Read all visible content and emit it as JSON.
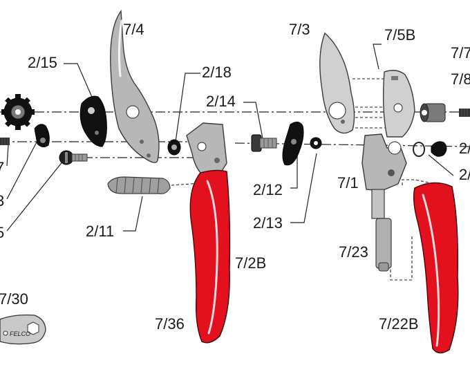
{
  "labels": {
    "p7_4": "7/4",
    "p7_3": "7/3",
    "p7_5B": "7/5B",
    "p7_7": "7/7",
    "p7_8": "7/8",
    "p2_15": "2/15",
    "p2_18": "2/18",
    "p2_14": "2/14",
    "p2_12": "2/12",
    "p2_13": "2/13",
    "p2_11": "2/11",
    "p7_1": "7/1",
    "p7_2B": "7/2B",
    "p7_36": "7/36",
    "p7_23": "7/23",
    "p7_22B": "7/22B",
    "p7_30": "7/30",
    "p2_right_a": "2/",
    "p2_right_b": "2/",
    "p_left_a": "7",
    "p_left_b": "3",
    "p_left_c": "5"
  },
  "wrench_text": "FELCO",
  "colors": {
    "handle_red": "#e2111d",
    "metal": "#b7b7b7",
    "rubber_black": "#111111"
  }
}
